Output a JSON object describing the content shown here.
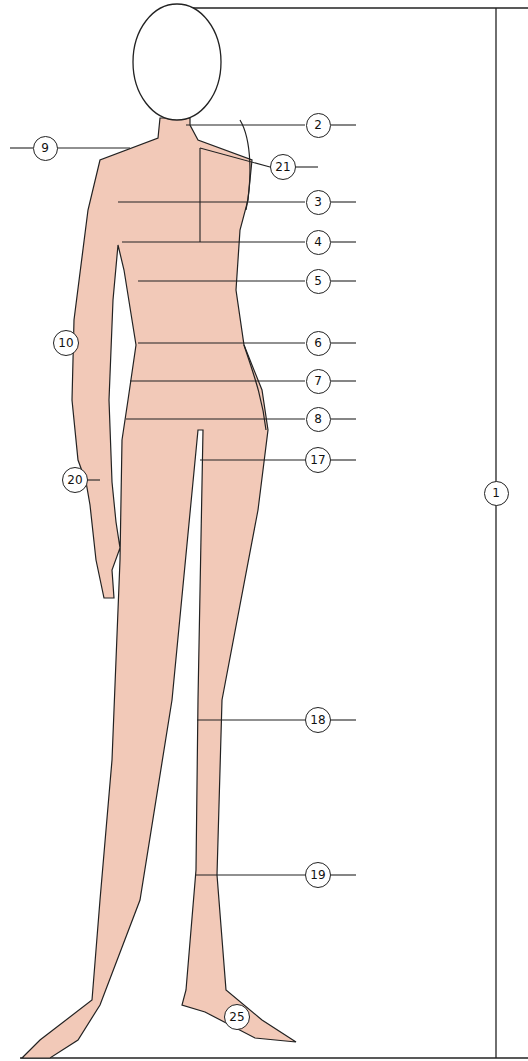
{
  "diagram": {
    "nodes": [
      {
        "text": [
          "2"
        ]
      },
      {
        "text": [
          "9"
        ]
      },
      {
        "text": [
          "21"
        ]
      },
      {
        "text": [
          "3"
        ]
      },
      {
        "text": [
          "4"
        ]
      },
      {
        "text": [
          "5"
        ]
      },
      {
        "text": [
          "10"
        ]
      },
      {
        "text": [
          "6"
        ]
      },
      {
        "text": [
          "7"
        ]
      },
      {
        "text": [
          "8"
        ]
      },
      {
        "text": [
          "17"
        ]
      },
      {
        "text": [
          "20"
        ]
      },
      {
        "text": [
          "1"
        ]
      },
      {
        "text": [
          "18"
        ]
      },
      {
        "text": [
          "19"
        ]
      },
      {
        "text": [
          "25"
        ]
      }
    ]
  }
}
